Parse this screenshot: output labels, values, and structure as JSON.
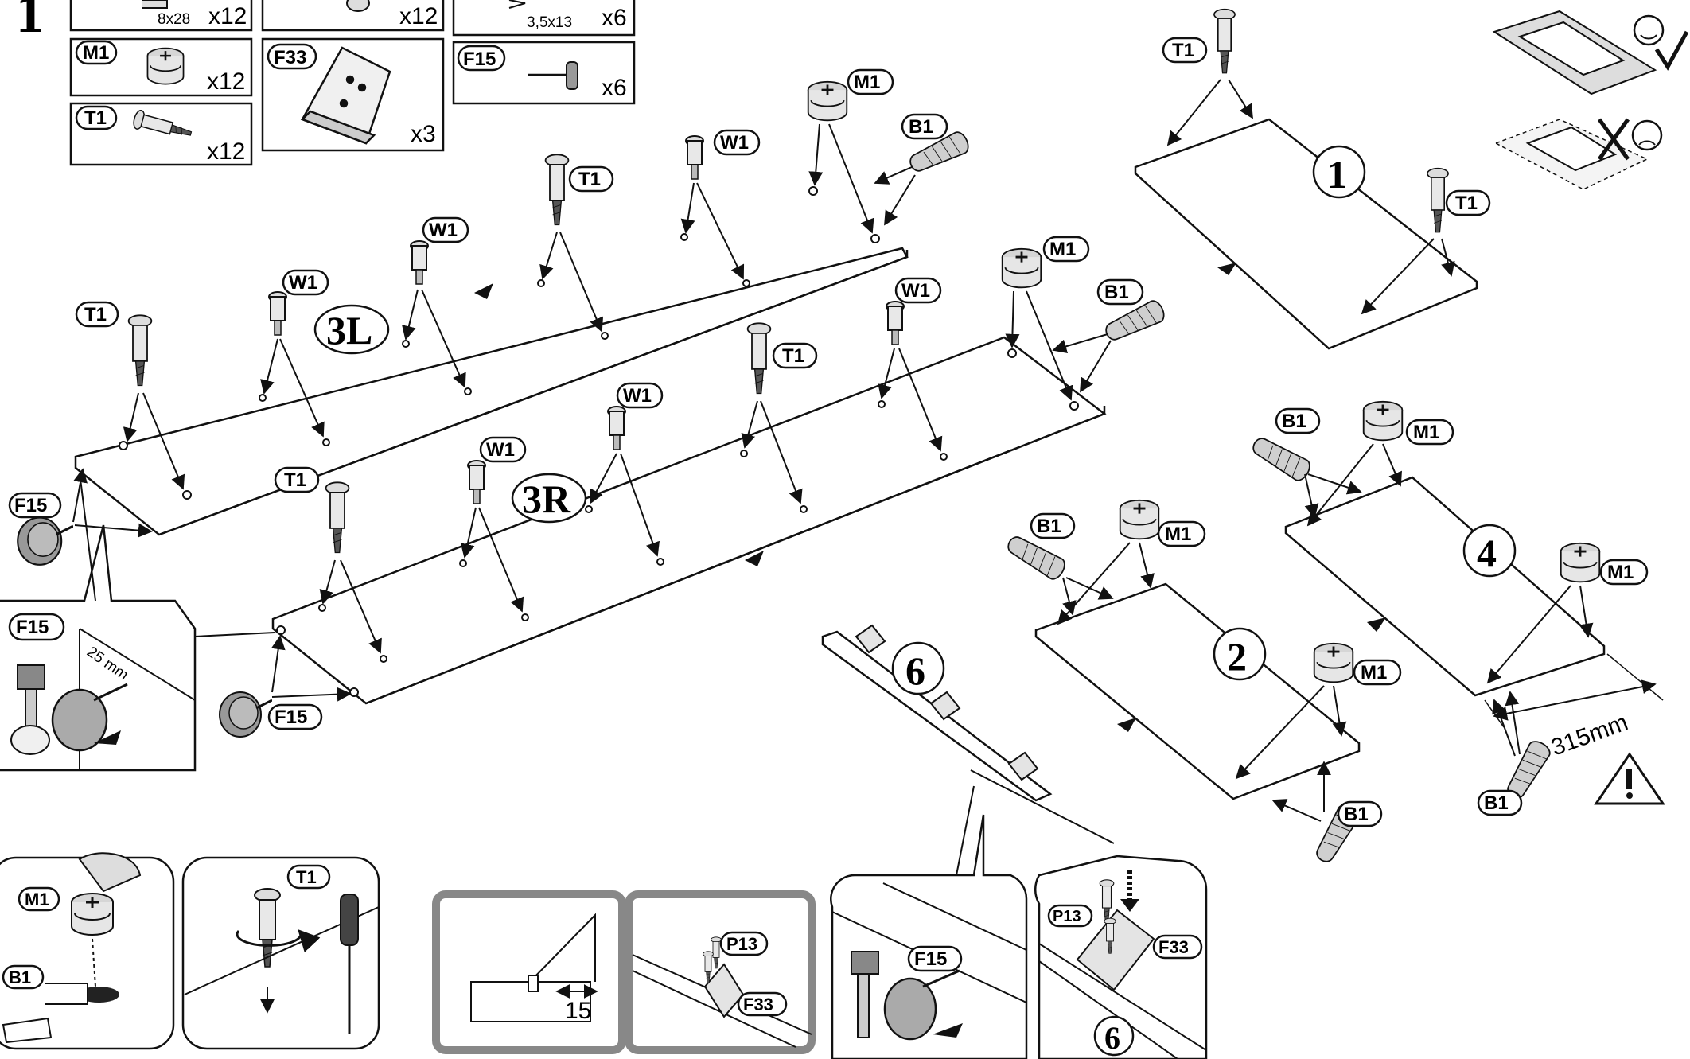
{
  "step": {
    "number": "1"
  },
  "parts": {
    "row0": {
      "a_size": "8x28",
      "a_qty": "x12",
      "b_qty": "x12",
      "c_size": "3,5x13",
      "c_qty": "x6"
    },
    "m1": {
      "code": "M1",
      "qty": "x12"
    },
    "t1": {
      "code": "T1",
      "qty": "x12"
    },
    "f33": {
      "code": "F33",
      "qty": "x3"
    },
    "f15": {
      "code": "F15",
      "qty": "x6"
    }
  },
  "labels": {
    "t1": "T1",
    "w1": "W1",
    "m1": "M1",
    "b1": "B1",
    "f15": "F15",
    "f33": "F33",
    "p13": "P13"
  },
  "boards": {
    "b3l": "3L",
    "b3r": "3R",
    "b1": "1",
    "b2": "2",
    "b4": "4",
    "b6": "6"
  },
  "dims": {
    "d25": "25 mm",
    "d315": "315mm",
    "d15": "15"
  },
  "details": {
    "board6": "6"
  }
}
